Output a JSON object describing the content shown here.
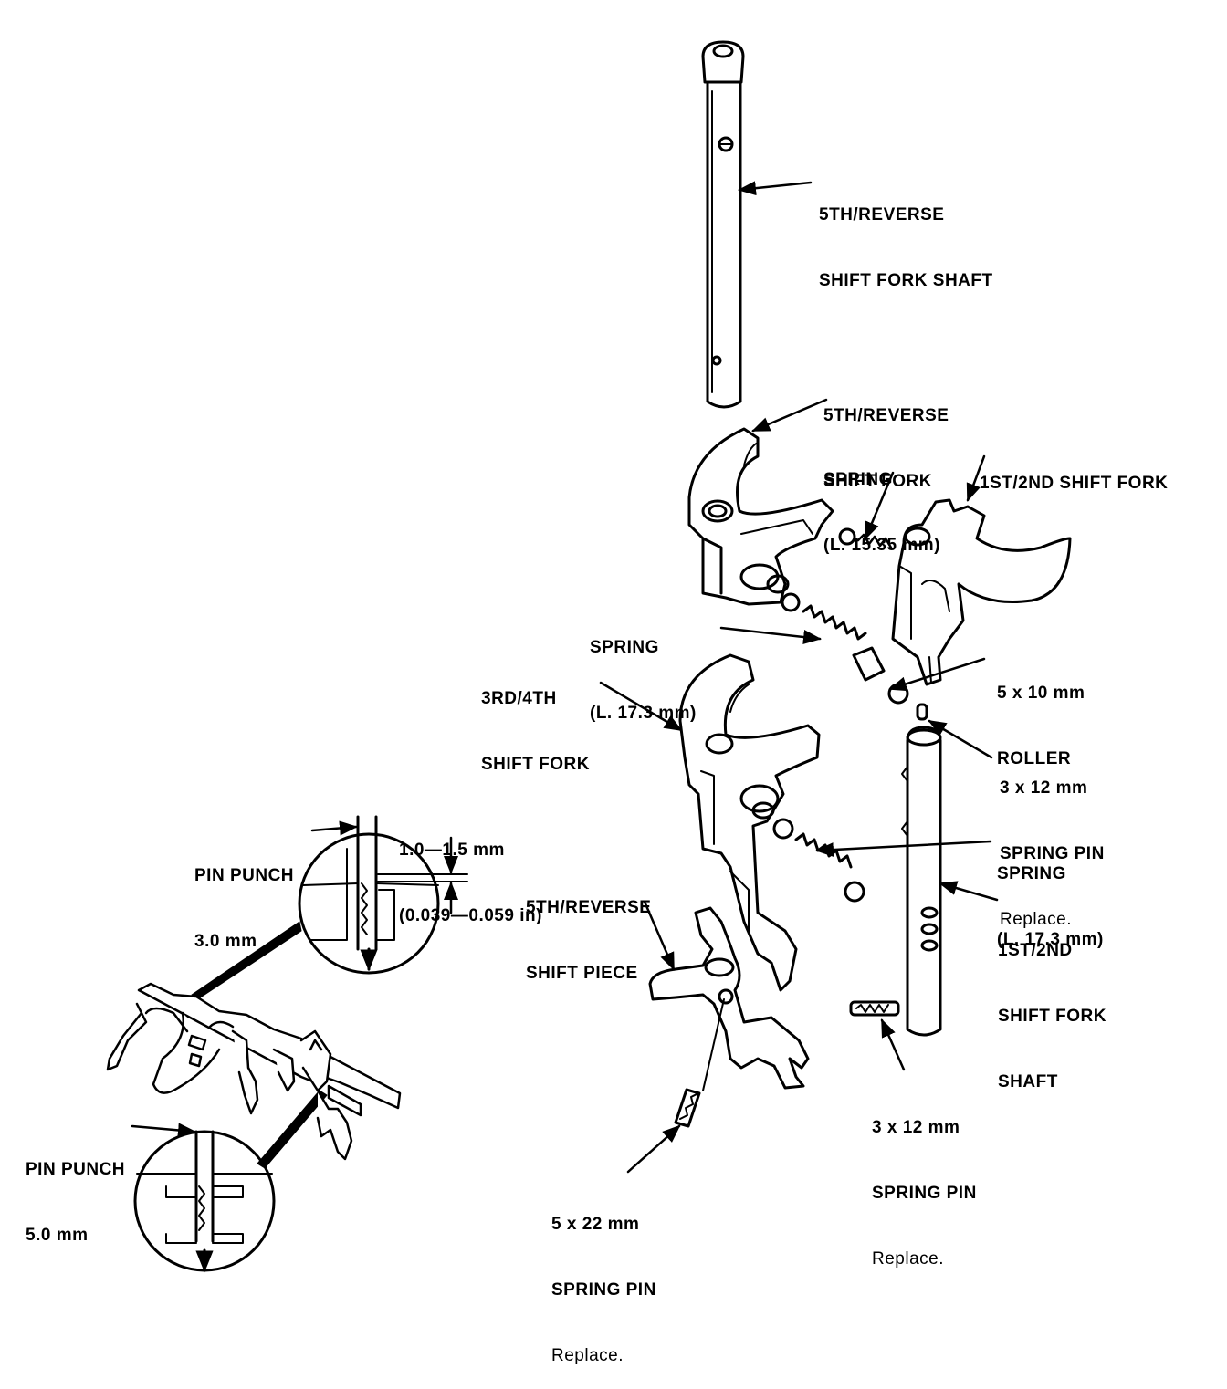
{
  "labels": {
    "rev_shaft": {
      "line1": "5TH/REVERSE",
      "line2": "SHIFT FORK SHAFT"
    },
    "rev_fork": {
      "line1": "5TH/REVERSE",
      "line2": "SHIFT FORK"
    },
    "spring_a": {
      "line1": "SPRING",
      "line2": "(L. 15.35 mm)"
    },
    "fork_12": {
      "line1": "1ST/2ND SHIFT FORK"
    },
    "spring_b": {
      "line1": "SPRING",
      "line2": "(L. 17.3 mm)"
    },
    "roller": {
      "line1": "5 x 10 mm",
      "line2": "ROLLER"
    },
    "fork_34": {
      "line1": "3RD/4TH",
      "line2": "SHIFT FORK"
    },
    "pin_3x12_a": {
      "line1": "3 x 12 mm",
      "line2": "SPRING PIN",
      "note": "Replace."
    },
    "spring_c": {
      "line1": "SPRING",
      "line2": "(L. 17.3 mm)"
    },
    "punch_30": {
      "line1": "PIN PUNCH",
      "line2": "3.0 mm"
    },
    "gap": {
      "line1": "1.0—1.5 mm",
      "line2": "(0.039—0.059 in)"
    },
    "rev_piece": {
      "line1": "5TH/REVERSE",
      "line2": "SHIFT PIECE"
    },
    "shaft_12": {
      "line1": "1ST/2ND",
      "line2": "SHIFT FORK",
      "line3": "SHAFT"
    },
    "punch_50": {
      "line1": "PIN PUNCH",
      "line2": "5.0 mm"
    },
    "pin_3x12_b": {
      "line1": "3 x 12 mm",
      "line2": "SPRING PIN",
      "note": "Replace."
    },
    "pin_5x22": {
      "line1": "5 x 22 mm",
      "line2": "SPRING PIN",
      "note": "Replace."
    }
  }
}
